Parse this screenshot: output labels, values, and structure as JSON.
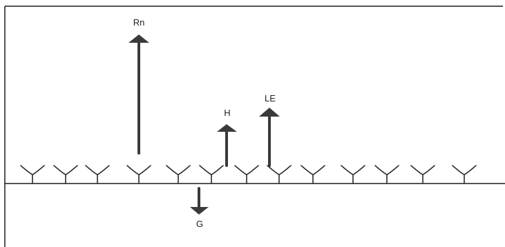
{
  "diagram": {
    "fluxes": {
      "rn": {
        "label": "Rn"
      },
      "h": {
        "label": "H"
      },
      "le": {
        "label": "LE"
      },
      "g": {
        "label": "G"
      }
    },
    "colors": {
      "arrow": "#3a3a3a",
      "line": "#1a1a1a",
      "background": "#ffffff"
    }
  }
}
